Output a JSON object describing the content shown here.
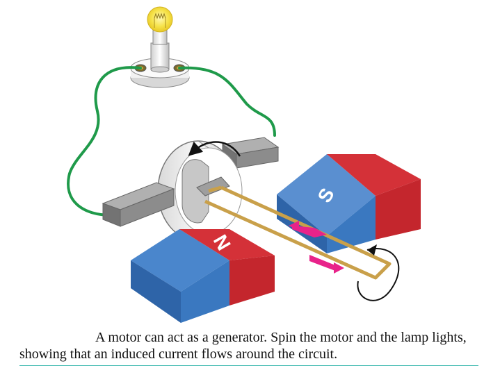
{
  "diagram": {
    "magnet_north_label": "N",
    "magnet_south_label": "S",
    "colors": {
      "magnet_blue": "#3a78c0",
      "magnet_red": "#d42a30",
      "wire_green": "#1f9a4a",
      "coil_gold": "#c9a04a",
      "current_arrow_magenta": "#e8238a",
      "brush_gray": "#8c8c8c",
      "bulb_yellow": "#f5df3a"
    },
    "icons": [
      "lamp-icon",
      "rotation-arrow-icon",
      "current-arrow-icon"
    ]
  },
  "caption": {
    "line1": "A motor can act as a generator. Spin the motor and the lamp lights,",
    "line2": "showing that an induced current flows around the circuit."
  }
}
